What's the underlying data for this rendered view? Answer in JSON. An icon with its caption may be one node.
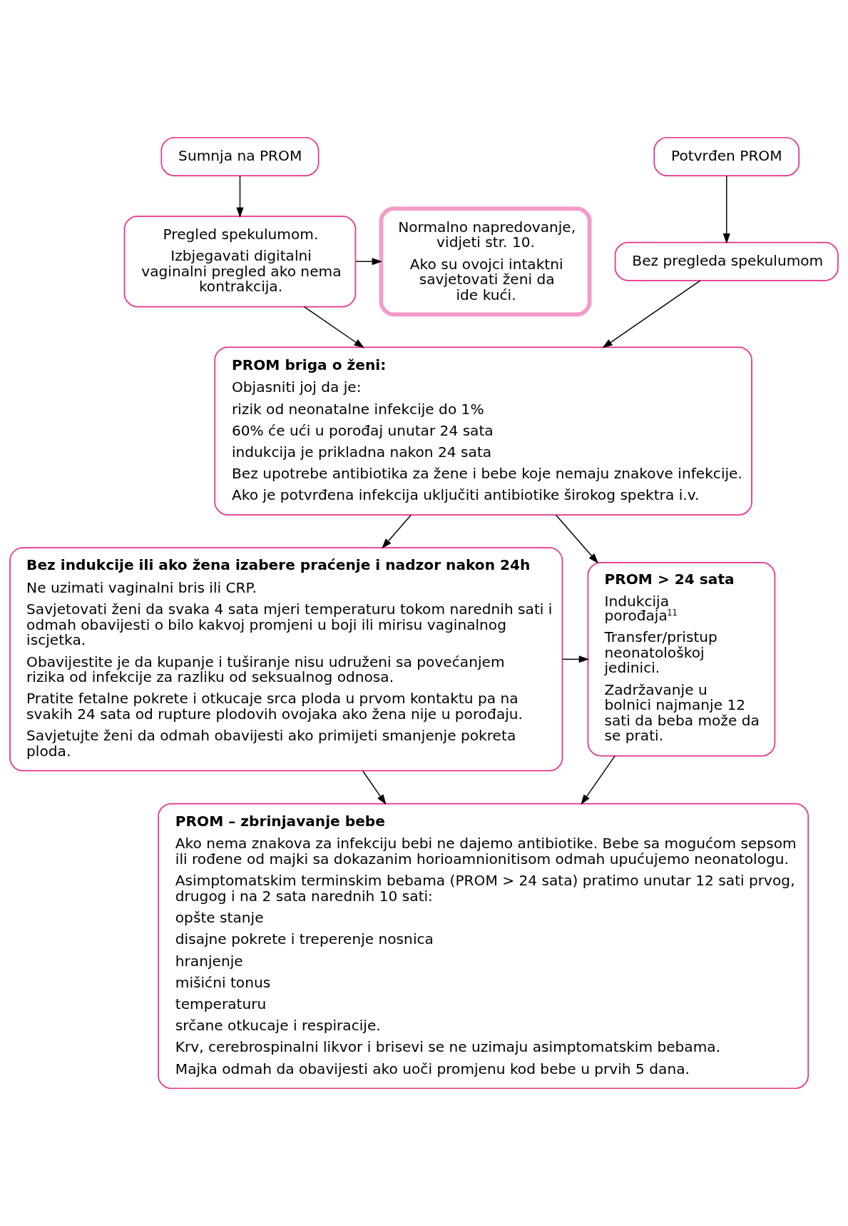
{
  "diagram": {
    "nodes": [
      {
        "text": [
          "Sumnja na PROM"
        ]
      },
      {
        "text": [
          "Potvrđen PROM"
        ]
      },
      {
        "text": [
          "Normalno napredovanje, vidjeti str. 10.",
          "Ako su ovojci intaktni savjetovati ženi da ide kući."
        ]
      },
      {
        "text": [
          "Pregled spekulumom.",
          "Izbjegavati digitalni vaginalni pregled ako nema kontrakcija."
        ]
      },
      {
        "text": [
          "Bez pregleda spekulumom"
        ]
      },
      {
        "text": [
          "PROM briga o ženi:",
          "Objasniti joj da je:",
          "rizik od neonatalne infekcije do 1%",
          "60% će ući u porođaj unutar 24 sata",
          "indukcija je prikladna nakon 24 sata",
          "Bez upotrebe antibiotika za žene i bebe koje nemaju znakove infekcije.",
          "Ako je potvrđena infekcija uključiti antibiotike širokog spektra i.v."
        ]
      },
      {
        "text": [
          "Bez indukcije ili ako žena izabere praćenje i nadzor nakon 24h",
          "Ne uzimati vaginalni bris ili CRP.",
          "Savjetovati ženi da svaka 4 sata mjeri temperaturu tokom narednih sati i odmah obavijesti o bilo kakvoj promjeni u boji ili mirisu vaginalnog iscjetka.",
          "Obavijestite je da kupanje i tuširanje nisu udruženi sa povećanjem rizika od infekcije za razliku od seksualnog odnosa.",
          "Pratite fetalne pokrete i otkucaje srca ploda u prvom kontaktu pa na svakih 24 sata od rupture plodovih ovojaka ako žena nije u porođaju.",
          "Savjetujte ženi da odmah obavijesti ako primijeti smanjenje pokreta ploda."
        ]
      },
      {
        "text": [
          "PROM > 24 sata",
          "Indukcija porođaja$^{11}$",
          "Transfer/pristup neonatološkoj jedinici.",
          "Zadržavanje u bolnici najmanje 12 sati da beba može da se prati."
        ]
      },
      {
        "text": [
          "PROM – zbrinjavanje bebe",
          "Ako nema znakova za infekciju bebi ne dajemo antibiotike. Bebe sa mogućom sepsom ili rođene od majki sa dokazanim horioamnionitisom odmah upućujemo neonatologu.",
          "Asimptomatskim terminskim bebama (PROM > 24 sata) pratimo unutar 12 sati prvog, drugog i na 2 sata narednih 10 sati:",
          "opšte stanje",
          "disajne pokrete i treperenje nosnica",
          "hranjenje",
          "mišićni tonus",
          "temperaturu",
          "srčane otkucaje i respiracije.",
          "Krv, cerebrospinalni likvor i brisevi se ne uzimaju asimptomatskim bebama.",
          "Majka odmah da obavijesti ako uoči promjenu kod bebe u prvih 5 dana."
        ]
      }
    ],
    "edges": [
      {
        "from": 0,
        "to": 3,
        "arrow": "to"
      },
      {
        "from": 1,
        "to": 4,
        "arrow": "to"
      },
      {
        "from": 3,
        "to": 2,
        "arrow": "to"
      },
      {
        "from": 3,
        "to": 5,
        "arrow": "to"
      },
      {
        "from": 4,
        "to": 5,
        "arrow": "to"
      },
      {
        "from": 5,
        "to": 6,
        "arrow": "to"
      },
      {
        "from": 5,
        "to": 7,
        "arrow": "to"
      },
      {
        "from": 6,
        "to": 7,
        "arrow": "to"
      },
      {
        "from": 6,
        "to": 8,
        "arrow": "to"
      },
      {
        "from": 7,
        "to": 8,
        "arrow": "to"
      }
    ]
  }
}
